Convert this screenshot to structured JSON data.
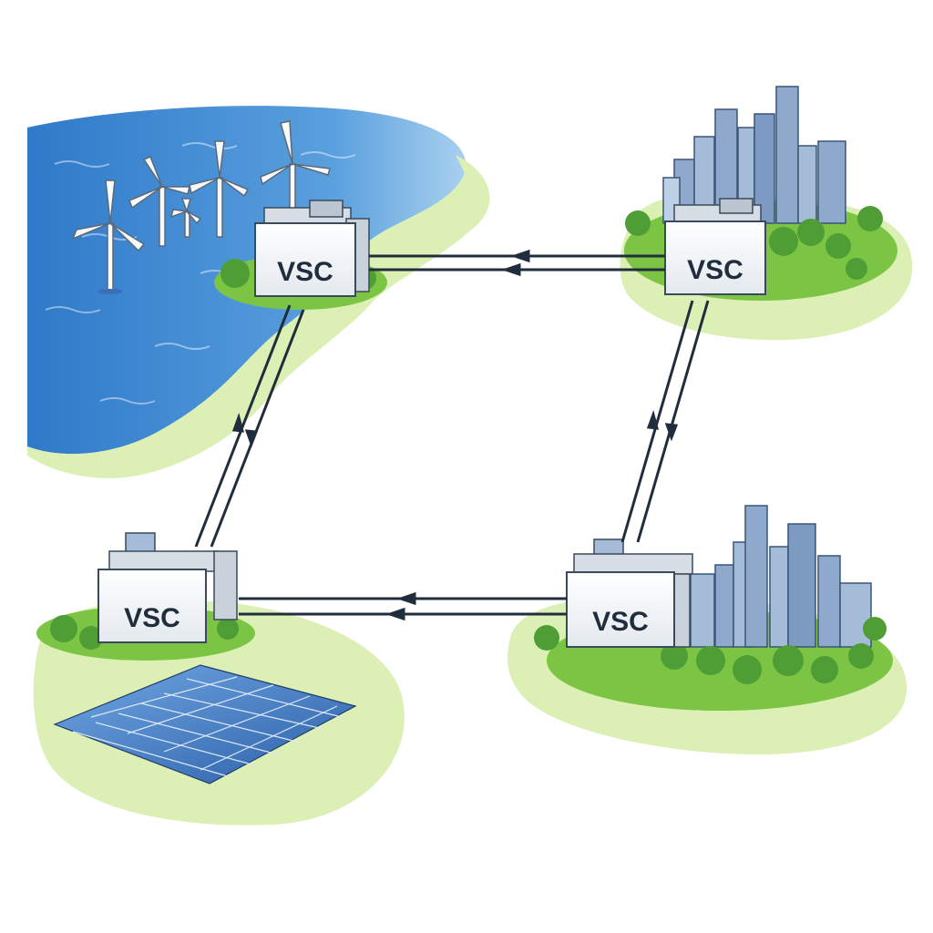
{
  "diagram": {
    "converters": [
      {
        "id": "offshore-wind",
        "label": "VSC",
        "site": "offshore-wind-farm"
      },
      {
        "id": "city-north",
        "label": "VSC",
        "site": "city"
      },
      {
        "id": "solar",
        "label": "VSC",
        "site": "solar-farm"
      },
      {
        "id": "city-south",
        "label": "VSC",
        "site": "city"
      }
    ],
    "links": [
      {
        "from": "city-north",
        "to": "offshore-wind",
        "kind": "dc-line-pair"
      },
      {
        "from": "solar",
        "to": "offshore-wind",
        "kind": "dc-line-pair"
      },
      {
        "from": "city-south",
        "to": "solar",
        "kind": "dc-line-pair"
      },
      {
        "from": "city-south",
        "to": "city-north",
        "kind": "dc-line-pair"
      }
    ],
    "colors": {
      "sea": "#4a8fd6",
      "sea_light": "#cfe3f5",
      "land": "#dcefb4",
      "grass": "#7cc443",
      "tree": "#4f9e35",
      "building": "#8ea9cc",
      "building_dark": "#5a7ba8",
      "converter": "#f4f6f8",
      "line": "#1f2d3d",
      "panel": "#3a6fb8"
    }
  }
}
